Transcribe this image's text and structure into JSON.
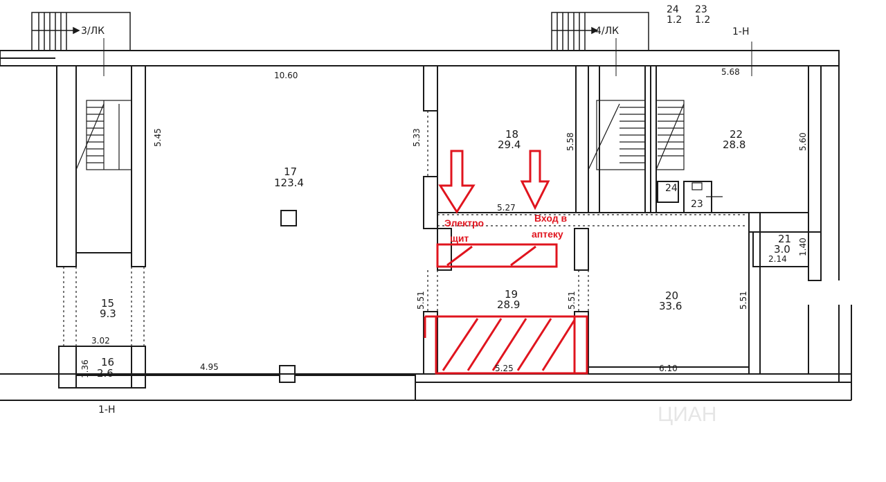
{
  "colors": {
    "ink": "#1a1a1a",
    "accent": "#e0141e"
  },
  "stairs": {
    "left_label": "3/ЛК",
    "right_label": "4/ЛК"
  },
  "axes": {
    "top": "1-Н",
    "bottom": "1-Н"
  },
  "corner_rooms": {
    "r24": {
      "number": "24",
      "area": "1.2"
    },
    "r23": {
      "number": "23",
      "area": "1.2"
    }
  },
  "rooms": [
    {
      "id": "15",
      "number": "15",
      "area": "9.3"
    },
    {
      "id": "16",
      "number": "16",
      "area": "2.6"
    },
    {
      "id": "17",
      "number": "17",
      "area": "123.4"
    },
    {
      "id": "18",
      "number": "18",
      "area": "29.4"
    },
    {
      "id": "19",
      "number": "19",
      "area": "28.9"
    },
    {
      "id": "20",
      "number": "20",
      "area": "33.6"
    },
    {
      "id": "21",
      "number": "21",
      "area": "3.0"
    },
    {
      "id": "22",
      "number": "22",
      "area": "28.8"
    }
  ],
  "wc_labels": {
    "w24": "24",
    "w23": "23"
  },
  "dimensions": {
    "d1060": "10.60",
    "d545": "5.45",
    "d533": "5.33",
    "d558": "5.58",
    "d568": "5.68",
    "d560": "5.60",
    "d527": "5.27",
    "d140": "1.40",
    "d214": "2.14",
    "d551a": "5.51",
    "d551b": "5.51",
    "d551c": "5.51",
    "d302": "3.02",
    "d136": "1.36",
    "d495": "4.95",
    "d525": "5.25",
    "d610": "6.10"
  },
  "annotations": {
    "panel_line1": "Электро",
    "panel_line2": "щит",
    "entrance_line1": "Вход в",
    "entrance_line2": "аптеку"
  }
}
